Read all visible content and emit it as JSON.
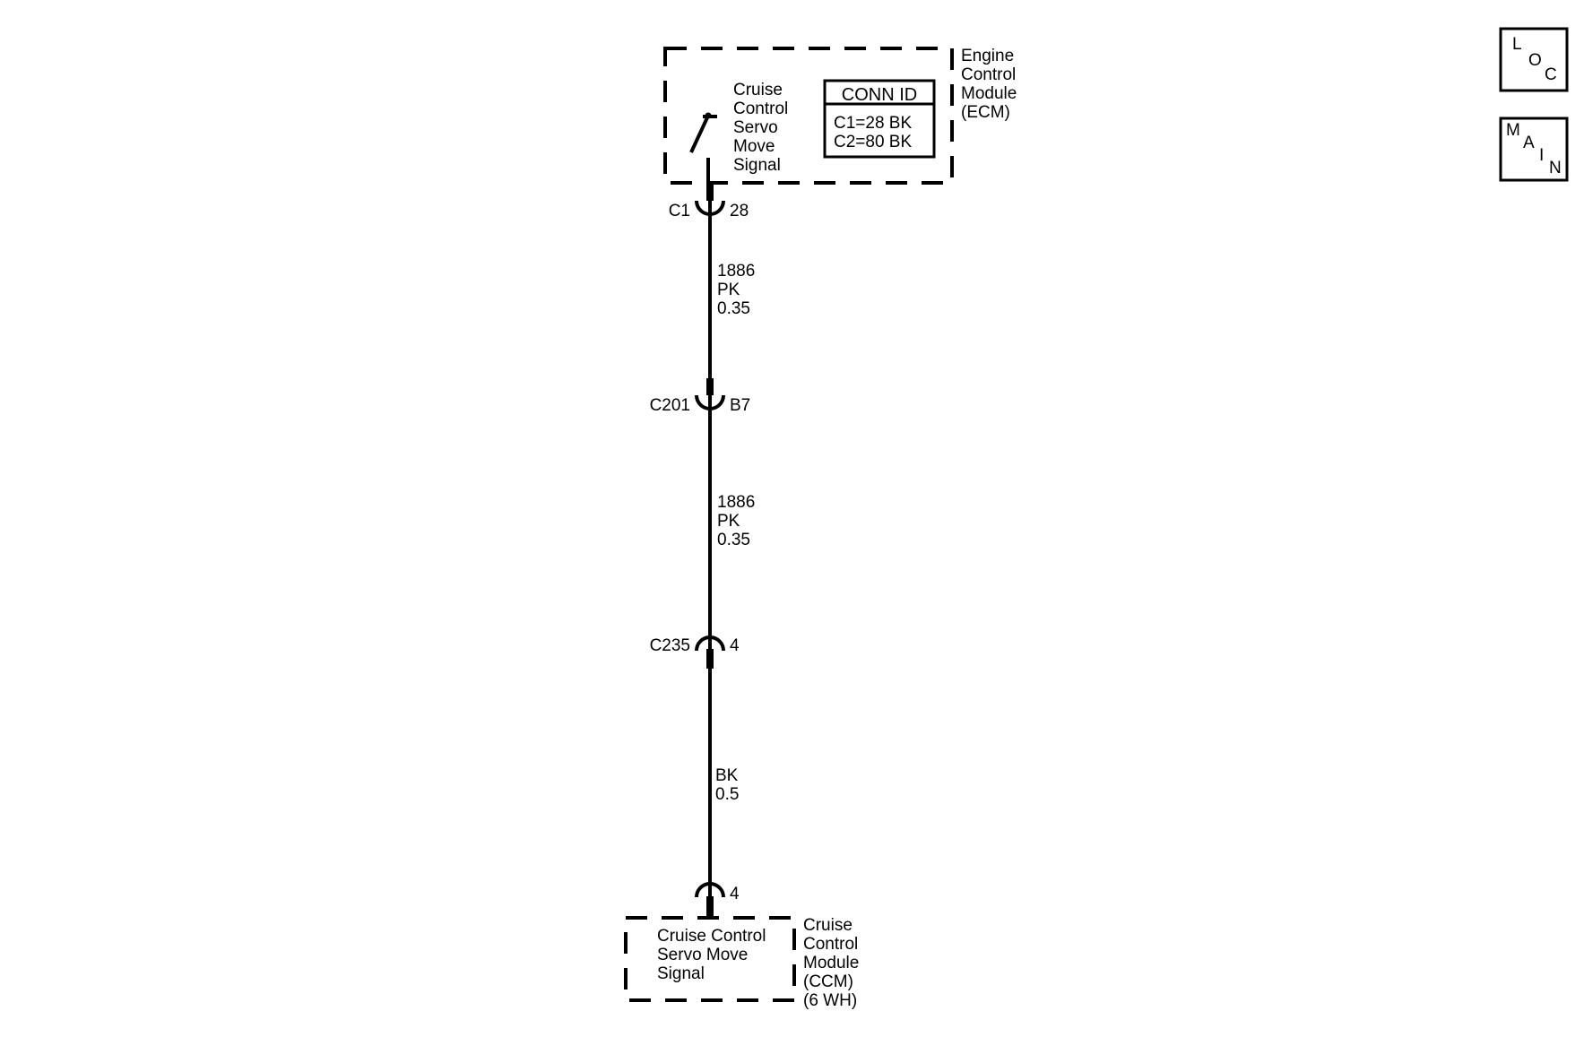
{
  "ecm": {
    "name_lines": [
      "Engine",
      "Control",
      "Module",
      "(ECM)"
    ],
    "signal_lines": [
      "Cruise",
      "Control",
      "Servo",
      "Move",
      "Signal"
    ],
    "conn_id": {
      "title": "CONN ID",
      "lines": [
        "C1=28 BK",
        "C2=80 BK"
      ]
    }
  },
  "connectors": [
    {
      "name": "C1",
      "pin": "28"
    },
    {
      "name": "C201",
      "pin": "B7"
    },
    {
      "name": "C235",
      "pin": "4"
    },
    {
      "name": "",
      "pin": "4"
    }
  ],
  "wires": [
    {
      "lines": [
        "1886",
        "PK",
        "0.35"
      ]
    },
    {
      "lines": [
        "1886",
        "PK",
        "0.35"
      ]
    },
    {
      "lines": [
        "BK",
        "0.5"
      ]
    }
  ],
  "ccm": {
    "signal_lines": [
      "Cruise Control",
      "Servo Move",
      "Signal"
    ],
    "name_lines": [
      "Cruise",
      "Control",
      "Module",
      "(CCM)",
      "(6 WH)"
    ]
  },
  "nav": {
    "loc": {
      "letters": [
        "L",
        "O",
        "C"
      ]
    },
    "main": {
      "letters": [
        "M",
        "A",
        "I",
        "N"
      ]
    }
  }
}
